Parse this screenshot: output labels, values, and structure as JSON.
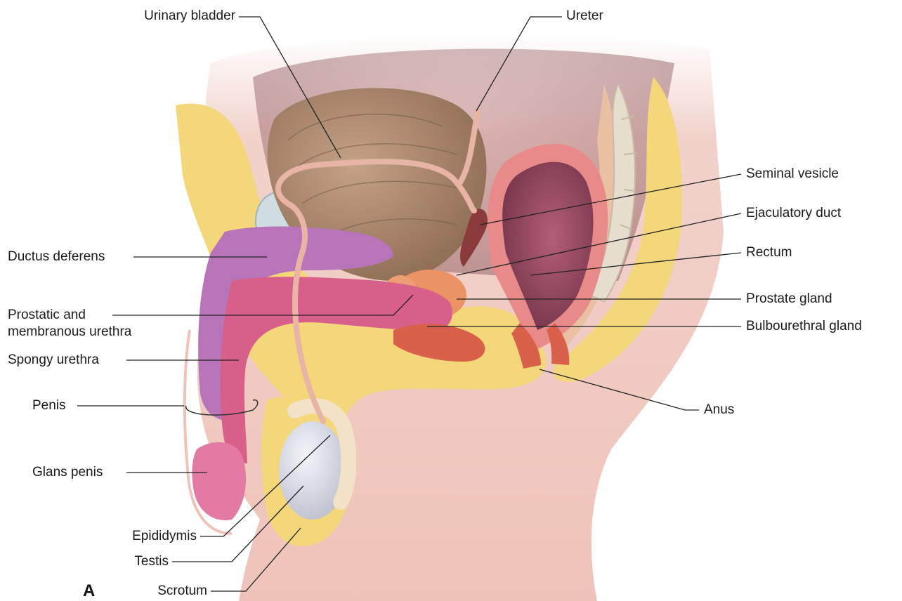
{
  "panel_letter": "A",
  "labels": {
    "urinary_bladder": "Urinary bladder",
    "ureter": "Ureter",
    "seminal_vesicle": "Seminal vesicle",
    "ejaculatory_duct": "Ejaculatory duct",
    "rectum": "Rectum",
    "ductus_deferens": "Ductus deferens",
    "prostate_gland": "Prostate gland",
    "prostatic_urethra_line1": "Prostatic and",
    "prostatic_urethra_line2": "membranous urethra",
    "bulbourethral_gland": "Bulbourethral gland",
    "spongy_urethra": "Spongy urethra",
    "penis": "Penis",
    "anus": "Anus",
    "glans_penis": "Glans penis",
    "epididymis": "Epididymis",
    "testis": "Testis",
    "scrotum": "Scrotum"
  },
  "colors": {
    "skin": "#f2c7bf",
    "fat": "#f3d77a",
    "bladder": "#a9876c",
    "prostate": "#e98a62",
    "corpus": "#b774b8",
    "spongiosum": "#d85f8a",
    "rectum": "#a3506a",
    "testis": "#d9dbe4",
    "duct": "#e8b4a6"
  }
}
